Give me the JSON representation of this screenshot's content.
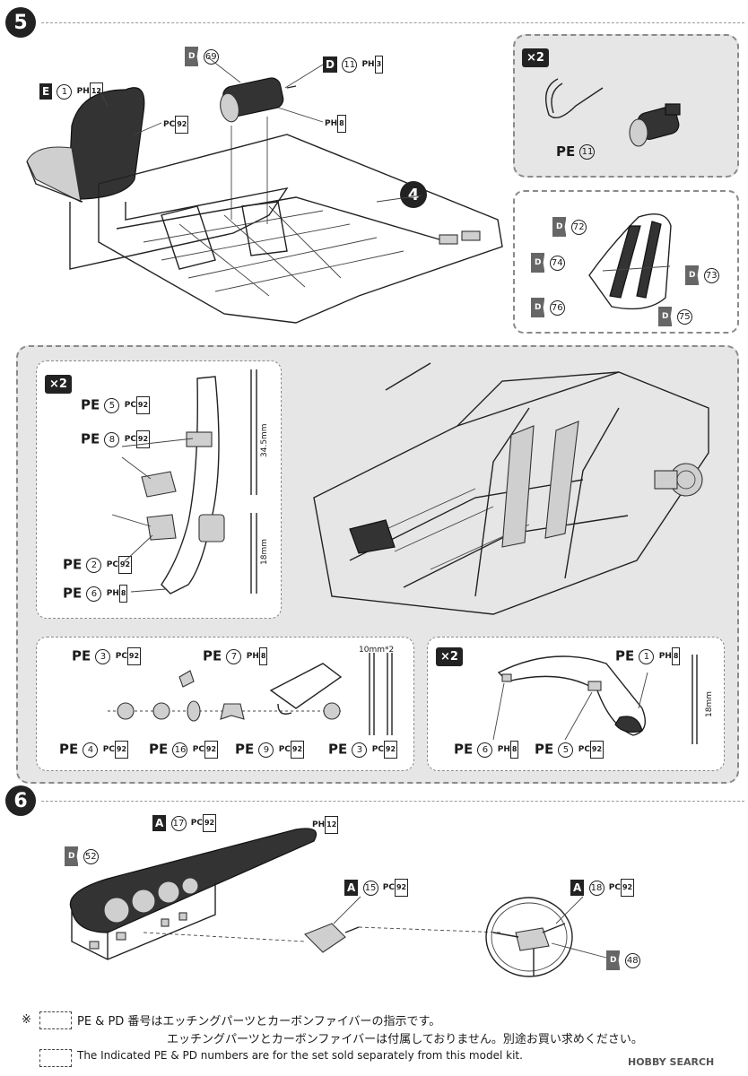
{
  "step5": {
    "number": "5",
    "labels": {
      "seat": {
        "part": "E",
        "num": "1",
        "sub": "PH",
        "code": "12"
      },
      "seat_paint": {
        "sub": "PC",
        "code": "92"
      },
      "ext_decal": {
        "tag": "D",
        "num": "69"
      },
      "ext": {
        "part": "D",
        "num": "11",
        "sub": "PH",
        "code": "3"
      },
      "ext_paint": {
        "sub": "PH",
        "code": "8"
      },
      "ref_step": "4"
    },
    "inset_ext": {
      "badge": "×2",
      "label": "PE",
      "num": "11"
    },
    "inset_seat": {
      "decals": [
        "72",
        "73",
        "74",
        "75",
        "76"
      ],
      "tag": "D"
    }
  },
  "harness_panel": {
    "badge": "×2",
    "labels": [
      {
        "pe": "PE",
        "num": "5",
        "sub": "PC",
        "code": "92"
      },
      {
        "pe": "PE",
        "num": "8",
        "sub": "PC",
        "code": "92"
      },
      {
        "pe": "PE",
        "num": "2",
        "sub": "PC",
        "code": "92"
      },
      {
        "pe": "PE",
        "num": "6",
        "sub": "PH",
        "code": "8"
      }
    ],
    "dims": [
      "34.5mm",
      "18mm"
    ]
  },
  "buckle_panel": {
    "top": [
      {
        "pe": "PE",
        "num": "3",
        "sub": "PC",
        "code": "92"
      },
      {
        "pe": "PE",
        "num": "7",
        "sub": "PH",
        "code": "8"
      }
    ],
    "bottom": [
      {
        "pe": "PE",
        "num": "4",
        "sub": "PC",
        "code": "92"
      },
      {
        "pe": "PE",
        "num": "16",
        "sub": "PC",
        "code": "92"
      },
      {
        "pe": "PE",
        "num": "9",
        "sub": "PC",
        "code": "92"
      },
      {
        "pe": "PE",
        "num": "3",
        "sub": "PC",
        "code": "92"
      }
    ],
    "dim": "10mm*2"
  },
  "lap_panel": {
    "badge": "×2",
    "labels": [
      {
        "pe": "PE",
        "num": "1",
        "sub": "PH",
        "code": "8"
      },
      {
        "pe": "PE",
        "num": "6",
        "sub": "PH",
        "code": "8"
      },
      {
        "pe": "PE",
        "num": "5",
        "sub": "PC",
        "code": "92"
      }
    ],
    "dim": "18mm"
  },
  "step6": {
    "number": "6",
    "dash": {
      "part": "A",
      "num": "17",
      "sub": "PC",
      "code": "92"
    },
    "dash_top": {
      "sub": "PH",
      "code": "12"
    },
    "decal_dash": {
      "tag": "D",
      "num": "52"
    },
    "column": {
      "part": "A",
      "num": "15",
      "sub": "PC",
      "code": "92"
    },
    "wheel": {
      "part": "A",
      "num": "18",
      "sub": "PC",
      "code": "92"
    },
    "decal_wheel": {
      "tag": "D",
      "num": "48"
    }
  },
  "footer": {
    "mark": "※",
    "jp_line1": "PE & PD 番号はエッチングパーツとカーボンファイバーの指示です。",
    "jp_line2": "エッチングパーツとカーボンファイバーは付属しておりません。別途お買い求めください。",
    "en_line": "The Indicated PE & PD numbers are for the set sold separately from this model kit.",
    "watermark": "HOBBY SEARCH"
  }
}
